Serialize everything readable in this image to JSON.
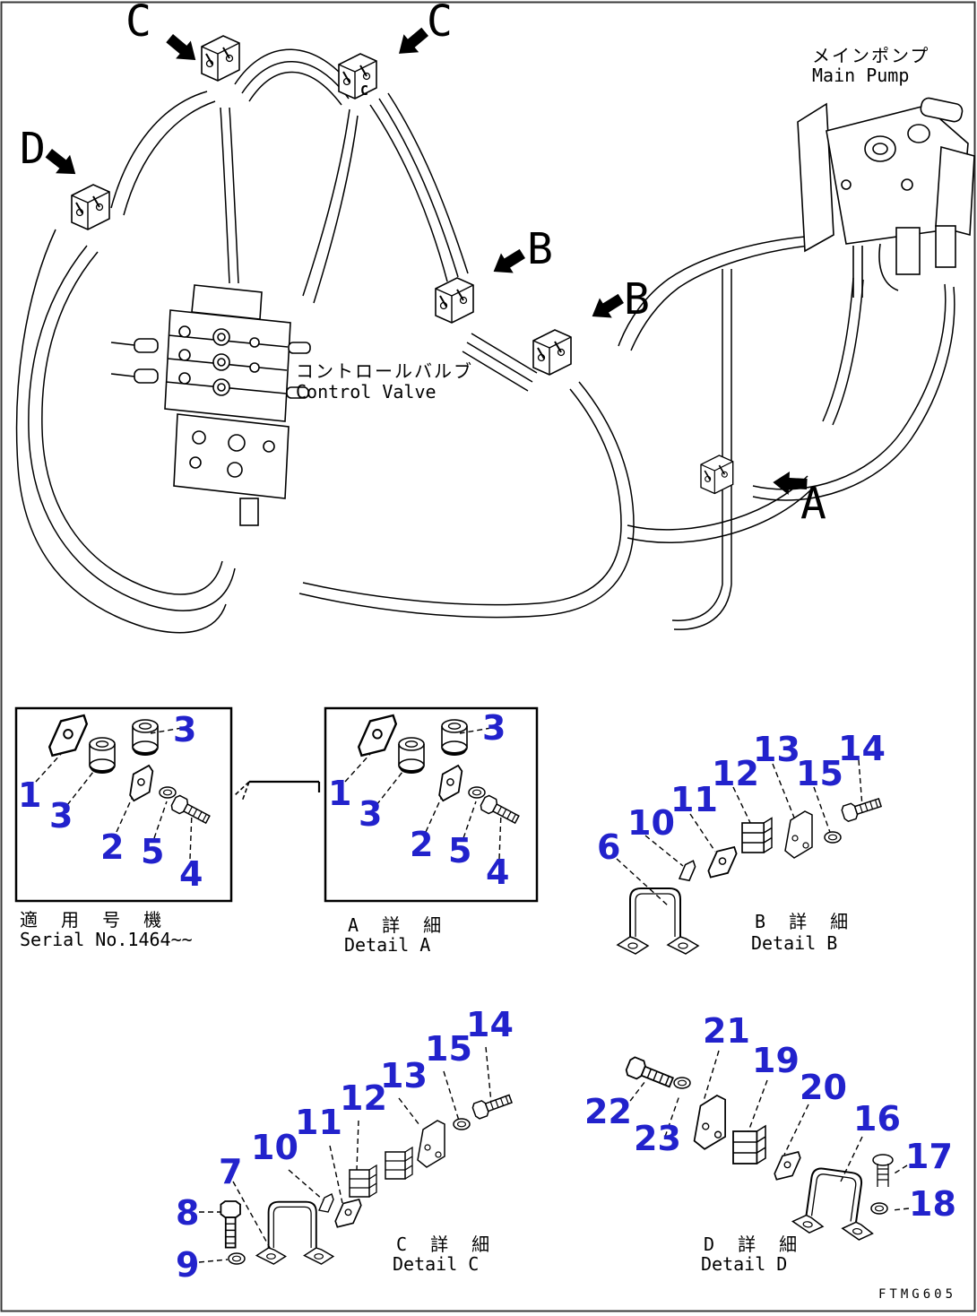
{
  "page": {
    "bg_color": "#ffffff",
    "ink_color": "#000000",
    "callout_color": "#2222cc",
    "doc_code": "FTMG605"
  },
  "diagram": {
    "main_pump": {
      "jp": "メインポンプ",
      "en": "Main Pump"
    },
    "control_valve": {
      "jp": "コントロールバルブ",
      "en": "Control Valve"
    },
    "view_markers": {
      "c1": "C",
      "c2": "C",
      "d": "D",
      "b1": "B",
      "b2": "B",
      "a": "A"
    },
    "clamp_stamp": "C"
  },
  "details": {
    "serial": {
      "title_jp": "適 用 号 機",
      "title_en": "Serial No.1464~~",
      "callouts": [
        "3",
        "1",
        "3",
        "2",
        "5",
        "4"
      ]
    },
    "a": {
      "title_jp": "A 詳 細",
      "title_en": "Detail A",
      "callouts": [
        "3",
        "1",
        "3",
        "2",
        "5",
        "4"
      ]
    },
    "b": {
      "title_jp": "B 詳 細",
      "title_en": "Detail B",
      "callouts": [
        "6",
        "10",
        "11",
        "12",
        "13",
        "15",
        "14"
      ]
    },
    "c": {
      "title_jp": "C 詳 細",
      "title_en": "Detail C",
      "callouts": [
        "8",
        "9",
        "7",
        "10",
        "11",
        "12",
        "13",
        "15",
        "14"
      ]
    },
    "d": {
      "title_jp": "D 詳 細",
      "title_en": "Detail D",
      "callouts": [
        "22",
        "23",
        "21",
        "19",
        "20",
        "16",
        "17",
        "18"
      ]
    }
  }
}
